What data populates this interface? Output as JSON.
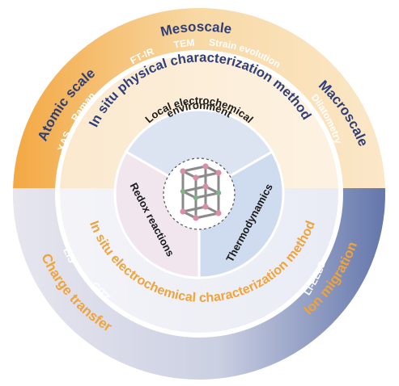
{
  "outer_ring": {
    "mesoscale": "Mesoscale",
    "atomic_scale": "Atomic scale",
    "macroscale": "Macroscale",
    "charge_transfer": "Charge transfer",
    "ion_migration": "Ion migration",
    "techniques_top": {
      "xas": "XAS",
      "raman": "Raman",
      "ftir": "FT-IR",
      "tem": "TEM",
      "strain": "Strain evolution",
      "dilatometry": "Dilatometry"
    },
    "techniques_bottom": {
      "eis": "EIS",
      "gitt": "GITT",
      "li_eels": "Li-EELS"
    }
  },
  "middle_ring": {
    "physical_method": "In situ  physical characterization method",
    "electrochemical_method": "In situ electrochemical characterization method"
  },
  "inner_circle": {
    "local_env_line1": "Local electrochemical",
    "local_env_line2": "environment",
    "redox": "Redox reactions",
    "thermo": "Thermodynamics"
  },
  "colors": {
    "orange": "#f3a943",
    "navy": "#6e7fb3",
    "dark_text": "#2e3f78",
    "sector_blue": "#cfdcef",
    "sector_pink": "#f1e6ee"
  }
}
